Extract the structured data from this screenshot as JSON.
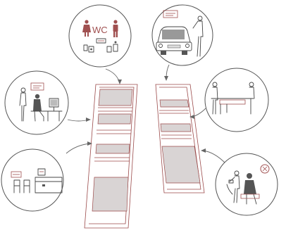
{
  "signage": {
    "restroom_label": "WC"
  },
  "colors": {
    "structure_outline": "#9b4a4a",
    "floor_fill": "#d9d4d4",
    "line_ink": "#444444",
    "accent": "#a05050"
  },
  "vignettes": [
    {
      "id": "restroom",
      "icons": [
        "woman-icon",
        "man-icon",
        "sink-icon",
        "soap-dispenser-icon",
        "hand-dryer-icon"
      ]
    },
    {
      "id": "office-work",
      "icons": [
        "person-icon",
        "desk-icon",
        "computer-monitor-icon",
        "wall-sign-icon"
      ]
    },
    {
      "id": "waiting-area",
      "icons": [
        "chair-icon",
        "desk-icon",
        "wall-sign-icon"
      ]
    },
    {
      "id": "vehicle-service",
      "icons": [
        "car-icon",
        "person-icon",
        "wall-sign-icon"
      ]
    },
    {
      "id": "counter-service",
      "icons": [
        "person-icon",
        "counter-table-icon"
      ]
    },
    {
      "id": "salon-service",
      "icons": [
        "person-icon",
        "hair-dryer-icon",
        "plus-sign-icon"
      ]
    }
  ]
}
